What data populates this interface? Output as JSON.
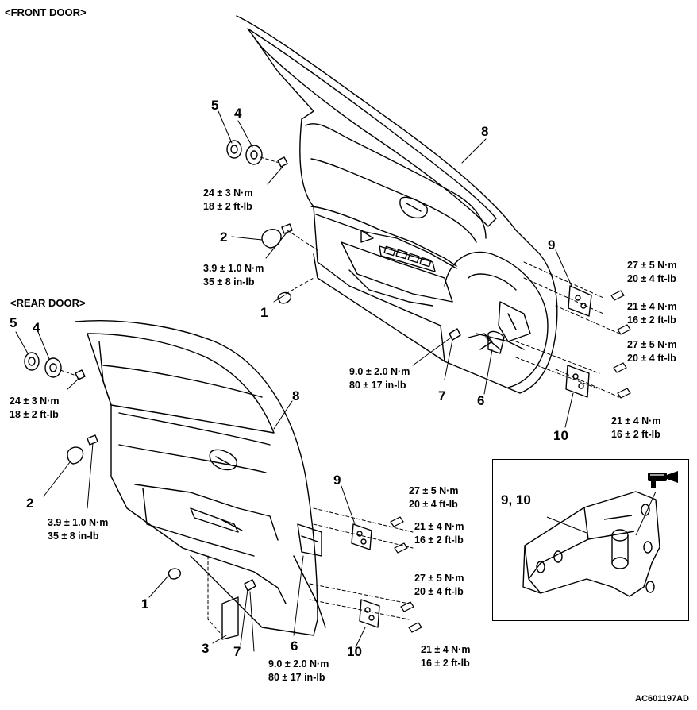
{
  "front": {
    "title": "<FRONT DOOR>",
    "parts": {
      "p1": "1",
      "p2": "2",
      "p4": "4",
      "p5": "5",
      "p6": "6",
      "p7": "7",
      "p8": "8",
      "p9": "9",
      "p10": "10"
    },
    "torques": {
      "t45a": "24 ± 3 N·m",
      "t45b": "18 ± 2 ft-lb",
      "t2a": "3.9 ± 1.0 N·m",
      "t2b": "35 ± 8 in-lb",
      "t7a": "9.0 ± 2.0 N·m",
      "t7b": "80 ± 17 in-lb",
      "h1a": "27 ± 5 N·m",
      "h1b": "20 ± 4 ft-lb",
      "h2a": "21 ± 4 N·m",
      "h2b": "16 ± 2 ft-lb",
      "h3a": "27 ± 5 N·m",
      "h3b": "20 ± 4 ft-lb",
      "h4a": "21 ± 4 N·m",
      "h4b": "16 ± 2 ft-lb"
    }
  },
  "rear": {
    "title": "<REAR DOOR>",
    "parts": {
      "p1": "1",
      "p2": "2",
      "p3": "3",
      "p4": "4",
      "p5": "5",
      "p6": "6",
      "p7": "7",
      "p8": "8",
      "p9": "9",
      "p10": "10"
    },
    "torques": {
      "t45a": "24 ± 3 N·m",
      "t45b": "18 ± 2 ft-lb",
      "t2a": "3.9 ± 1.0 N·m",
      "t2b": "35 ± 8 in-lb",
      "t7a": "9.0 ± 2.0 N·m",
      "t7b": "80 ± 17 in-lb",
      "h1a": "27 ± 5 N·m",
      "h1b": "20 ± 4 ft-lb",
      "h2a": "21 ± 4 N·m",
      "h2b": "16 ± 2 ft-lb",
      "h3a": "27 ± 5 N·m",
      "h3b": "20 ± 4 ft-lb",
      "h4a": "21 ± 4 N·m",
      "h4b": "16 ± 2 ft-lb"
    }
  },
  "inset": {
    "label": "9, 10",
    "icon": "grease-gun-icon"
  },
  "figure_id": "AC601197AD"
}
